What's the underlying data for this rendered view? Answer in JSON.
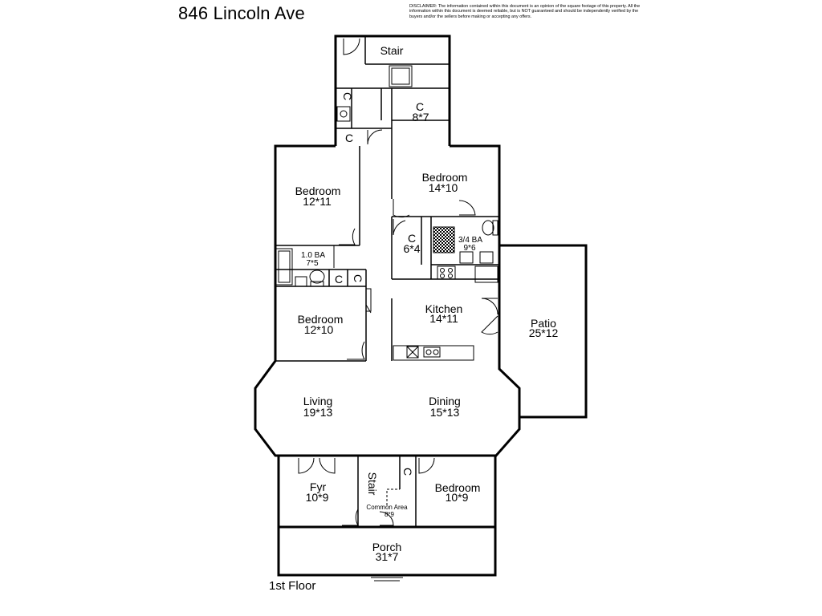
{
  "header": {
    "address": "846 Lincoln Ave",
    "disclaimer": "DISCLAIMER: The information contained within this document is an opinion of the square footage of this property. All the information within this document is deemed reliable, but is NOT guaranteed and should be independently verified by the buyers and/or the sellers before making or accepting any offers."
  },
  "floor_label": "1st Floor",
  "rooms": {
    "stair_top": {
      "name": "Stair"
    },
    "closet_top": {
      "name": "C",
      "size": "8*7"
    },
    "closet_left_a": {
      "name": "C"
    },
    "closet_left_b": {
      "name": "C"
    },
    "bedroom_nw": {
      "name": "Bedroom",
      "size": "12*11"
    },
    "bedroom_ne": {
      "name": "Bedroom",
      "size": "14*10"
    },
    "closet_mid": {
      "name": "C",
      "size": "6*4"
    },
    "bath_34": {
      "name": "3/4 BA",
      "size": "9*6"
    },
    "bath_10": {
      "name": "1.0 BA",
      "size": "7*5"
    },
    "closet_hall_a": {
      "name": "C"
    },
    "closet_hall_b": {
      "name": "C"
    },
    "bedroom_w": {
      "name": "Bedroom",
      "size": "12*10"
    },
    "kitchen": {
      "name": "Kitchen",
      "size": "14*11"
    },
    "patio": {
      "name": "Patio",
      "size": "25*12"
    },
    "living": {
      "name": "Living",
      "size": "19*13"
    },
    "dining": {
      "name": "Dining",
      "size": "15*13"
    },
    "foyer": {
      "name": "Fyr",
      "size": "10*9"
    },
    "stair_front": {
      "name": "Stair"
    },
    "closet_front": {
      "name": "C"
    },
    "common_area": {
      "name": "Common Area",
      "size": "8*9"
    },
    "bedroom_s": {
      "name": "Bedroom",
      "size": "10*9"
    },
    "porch": {
      "name": "Porch",
      "size": "31*7"
    }
  }
}
